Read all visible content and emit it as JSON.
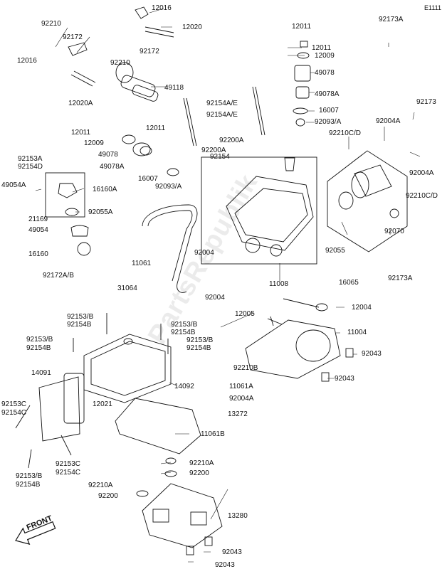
{
  "diagram_id": "E1111",
  "front_label": "FRONT",
  "watermark": "PartsRepublik",
  "labels": [
    "92210",
    "92172",
    "12016",
    "12020A",
    "12016",
    "12020",
    "92172",
    "92210",
    "49118",
    "12011",
    "12011",
    "12009",
    "49078",
    "49078A",
    "16007",
    "92093/A",
    "92173A",
    "92173",
    "92004A",
    "92004A",
    "92210C/D",
    "92210C/D",
    "92154A/E",
    "92154A/E",
    "92200A",
    "92200A",
    "12011",
    "12011",
    "12009",
    "49078",
    "49078A",
    "16007",
    "92093/A",
    "92153A",
    "92154D",
    "49054A",
    "16160A",
    "21169",
    "92055A",
    "49054",
    "16160",
    "92172A/B",
    "11061",
    "31064",
    "92154",
    "92004",
    "92004",
    "11008",
    "92055",
    "16065",
    "92070",
    "92173A",
    "12005",
    "12004",
    "11004",
    "92043",
    "92043",
    "92153/B",
    "92154B",
    "92153/B",
    "92154B",
    "92153/B",
    "92154B",
    "92153/B",
    "92154B",
    "14091",
    "12021",
    "14092",
    "92153C",
    "92154C",
    "92153C",
    "92154C",
    "92153/B",
    "92154B",
    "92210B",
    "11061A",
    "92004A",
    "13272",
    "11061B",
    "92210A",
    "92200",
    "92210A",
    "92200",
    "13280",
    "92043",
    "92043"
  ]
}
